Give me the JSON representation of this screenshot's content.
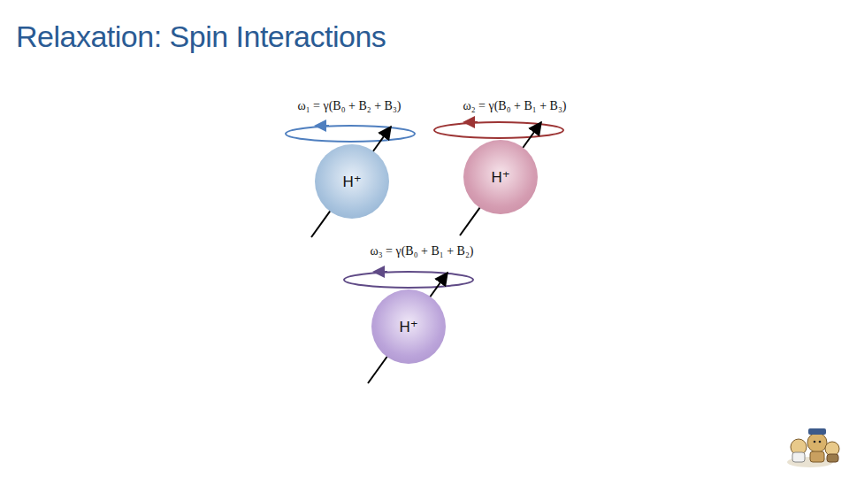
{
  "diagram": {
    "title": "Relaxation: Spin Interactions",
    "nodes": [
      {
        "text": [
          "H⁺"
        ]
      },
      {
        "text": [
          "H⁺"
        ]
      },
      {
        "text": [
          "H⁺"
        ]
      }
    ],
    "labels": [
      "ω₁ = γ(B₀ + B₂ + B₃)",
      "ω₂ = γ(B₀ + B₁ + B₃)",
      "ω₃ = γ(B₀ + B₁ + B₂)"
    ]
  }
}
